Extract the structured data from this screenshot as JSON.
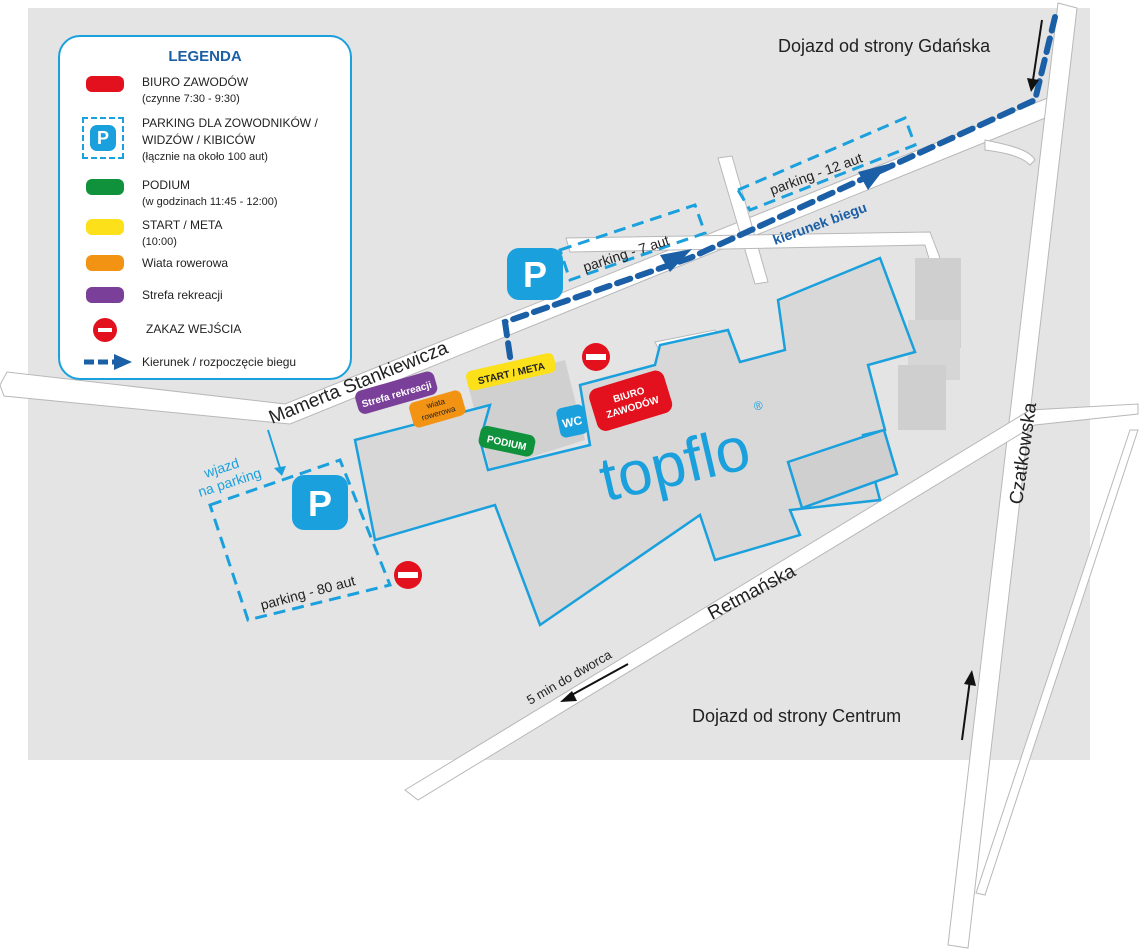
{
  "legend": {
    "title": "LEGENDA",
    "items": [
      {
        "label": "BIURO ZAWODÓW",
        "sub": "(czynne 7:30 - 9:30)",
        "color": "#e3101d"
      },
      {
        "label": "PARKING DLA ZOWODNIKÓW /",
        "label2": "WIDZÓW / KIBICÓW",
        "sub": "(łącznie na około 100 aut)",
        "icon": "parking-icon",
        "color": "#1aa0dc"
      },
      {
        "label": "PODIUM",
        "sub": "(w godzinach 11:45 - 12:00)",
        "color": "#10923c"
      },
      {
        "label": "START / META",
        "sub": "(10:00)",
        "color": "#fbe01a"
      },
      {
        "label": "Wiata rowerowa",
        "color": "#f39313"
      },
      {
        "label": "Strefa rekreacji",
        "color": "#7a3f98"
      },
      {
        "label": "ZAKAZ WEJŚCIA",
        "icon": "no-entry-icon",
        "color": "#e3101d"
      },
      {
        "label": "Kierunek / rozpoczęcie biegu",
        "icon": "direction-arrow-icon",
        "color": "#1b5fa6"
      }
    ]
  },
  "streets": {
    "stankiewicza": "Mamerta Stankiewicza",
    "czatkowska": "Czatkowska",
    "retmanska": "Retmańska"
  },
  "labels": {
    "gdansk": "Dojazd od strony Gdańska",
    "centrum": "Dojazd od strony Centrum",
    "dworzec": "5 min do dworca",
    "wjazd1": "wjazd",
    "wjazd2": "na parking",
    "parking7": "parking - 7 aut",
    "parking12": "parking - 12 aut",
    "parking80": "parking - 80 aut",
    "kierunek": "kierunek biegu",
    "parking_p": "P",
    "start_meta": "START / META",
    "strefa": "Strefa rekreacji",
    "wiata1": "wiata",
    "wiata2": "rowerowa",
    "podium": "PODIUM",
    "wc": "WC",
    "biuro1": "BIURO",
    "biuro2": "ZAWODÓW",
    "logo": "topflo",
    "logo_mark": "®"
  },
  "colors": {
    "background": "#e4e4e4",
    "road": "#ffffff",
    "building_outline": "#1aa0dc",
    "route": "#1b5fa6",
    "red": "#e3101d",
    "green": "#10923c",
    "yellow": "#fbe01a",
    "orange": "#f39313",
    "purple": "#7a3f98",
    "gray_building": "#cfcfcf"
  }
}
